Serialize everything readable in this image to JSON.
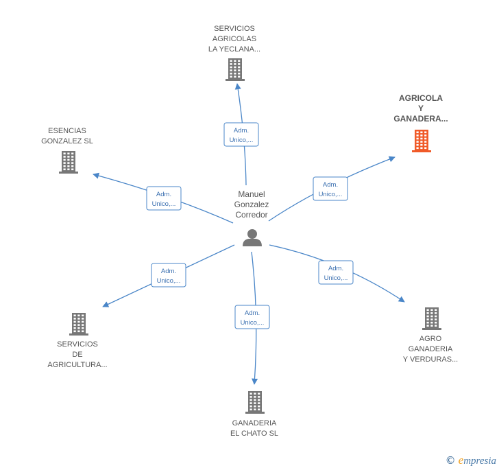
{
  "center": {
    "lines": [
      "Manuel",
      "Gonzalez",
      "Corredor"
    ],
    "icon": "person-icon"
  },
  "relation_label": [
    "Adm.",
    "Unico,..."
  ],
  "nodes": [
    {
      "id": "servicios-agricolas",
      "lines": [
        "SERVICIOS",
        "AGRICOLAS",
        "LA YECLANA..."
      ],
      "highlight": false,
      "icon": "building-icon"
    },
    {
      "id": "agricola-ganadera",
      "lines": [
        "AGRICOLA",
        "Y",
        "GANADERA..."
      ],
      "highlight": true,
      "icon": "building-icon"
    },
    {
      "id": "esencias-gonzalez",
      "lines": [
        "ESENCIAS",
        "GONZALEZ  SL"
      ],
      "highlight": false,
      "icon": "building-icon"
    },
    {
      "id": "servicios-agricultura",
      "lines": [
        "SERVICIOS",
        "DE",
        "AGRICULTURA..."
      ],
      "highlight": false,
      "icon": "building-icon"
    },
    {
      "id": "ganaderia-el-chato",
      "lines": [
        "GANADERIA",
        "EL CHATO  SL"
      ],
      "highlight": false,
      "icon": "building-icon"
    },
    {
      "id": "agro-ganaderia",
      "lines": [
        "AGRO",
        "GANADERIA",
        "Y VERDURAS..."
      ],
      "highlight": false,
      "icon": "building-icon"
    }
  ],
  "colors": {
    "edge": "#4a86c8",
    "building": "#777777",
    "building_highlight": "#f05a28",
    "text": "#555555"
  },
  "footer": {
    "copyright_symbol": "©",
    "brand_initial": "e",
    "brand_rest": "mpresia"
  }
}
